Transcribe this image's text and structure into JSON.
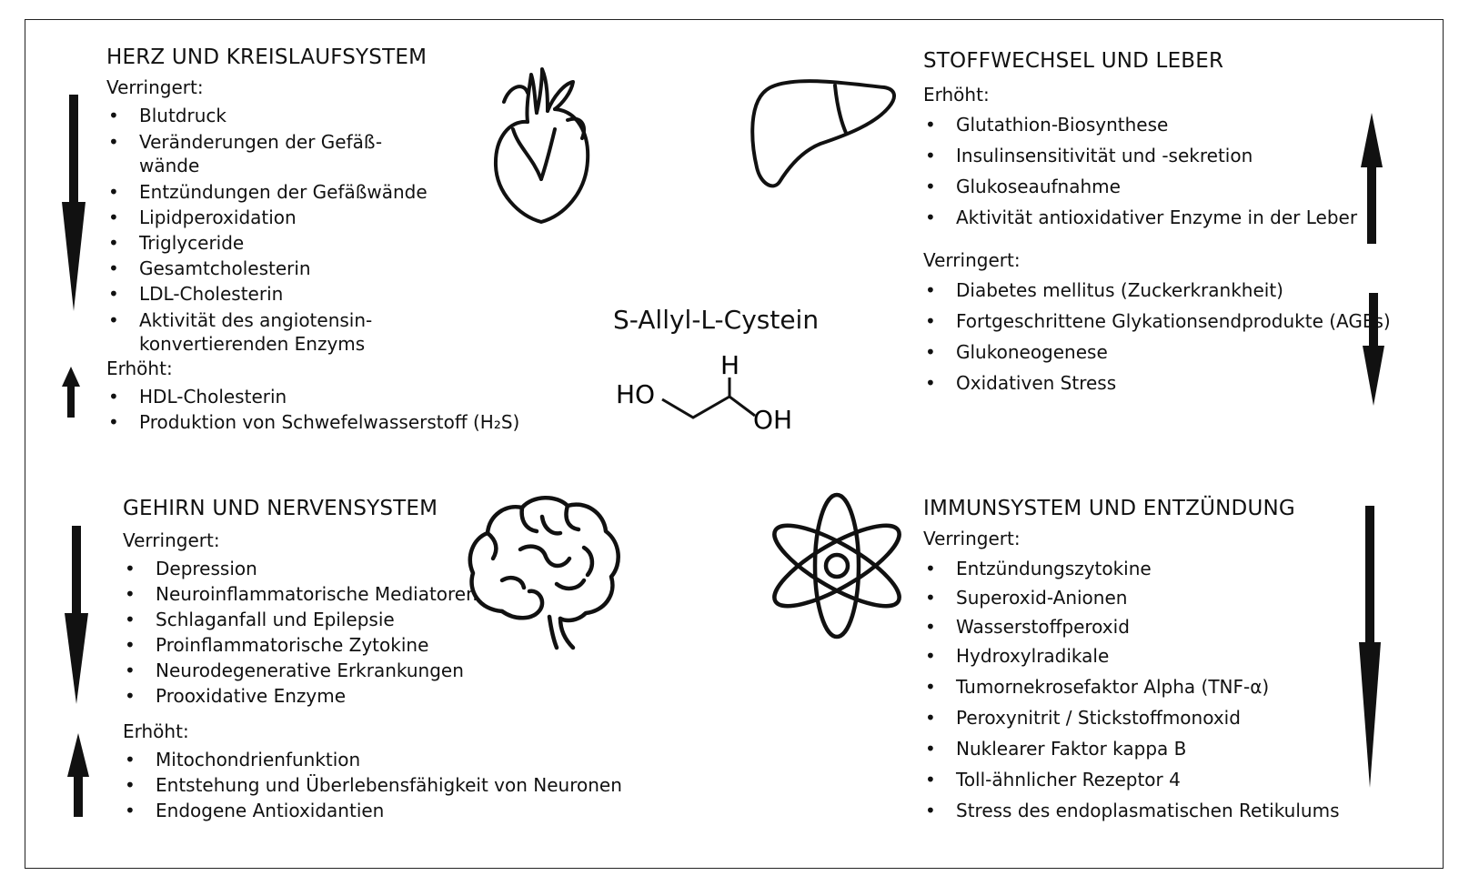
{
  "center": {
    "title": "S-Allyl-L-Cystein",
    "atoms": {
      "left": "HO",
      "top": "H",
      "right": "OH"
    }
  },
  "heart": {
    "title": "HERZ UND KREISLAUFSYSTEM",
    "decreased_label": "Verringert:",
    "decreased": [
      "Blutdruck",
      "Veränderungen der Gefäß-",
      "wände",
      "Entzündungen der Gefäßwände",
      "Lipidperoxidation",
      "Triglyceride",
      "Gesamtcholesterin",
      "LDL-Cholesterin",
      "Aktivität des angiotensin-",
      "konvertierenden Enzyms"
    ],
    "increased_label": "Erhöht:",
    "increased": [
      "HDL-Cholesterin",
      "Produktion von Schwefelwasserstoff (H₂S)"
    ]
  },
  "liver": {
    "title": "STOFFWECHSEL UND LEBER",
    "increased_label": "Erhöht:",
    "increased": [
      "Glutathion-Biosynthese",
      "Insulinsensitivität und -sekretion",
      "Glukoseaufnahme",
      "Aktivität antioxidativer Enzyme in der Leber"
    ],
    "decreased_label": "Verringert:",
    "decreased": [
      "Diabetes mellitus (Zuckerkrankheit)",
      "Fortgeschrittene Glykationsendprodukte (AGEs)",
      "Glukoneogenese",
      "Oxidativen Stress"
    ]
  },
  "brain": {
    "title": "GEHIRN UND NERVENSYSTEM",
    "decreased_label": "Verringert:",
    "decreased": [
      "Depression",
      "Neuroinflammatorische Mediatoren",
      "Schlaganfall und Epilepsie",
      "Proinflammatorische Zytokine",
      "Neurodegenerative Erkrankungen",
      "Prooxidative Enzyme"
    ],
    "increased_label": "Erhöht:",
    "increased": [
      "Mitochondrienfunktion",
      "Entstehung und Überlebensfähigkeit von Neuronen",
      "Endogene Antioxidantien"
    ]
  },
  "immune": {
    "title": "IMMUNSYSTEM UND ENTZÜNDUNG",
    "decreased_label": "Verringert:",
    "decreased": [
      "Entzündungszytokine",
      "Superoxid-Anionen",
      "Wasserstoffperoxid",
      "Hydroxylradikale",
      "Tumornekrosefaktor Alpha (TNF-α)",
      "Peroxynitrit / Stickstoffmonoxid",
      "Nuklearer Faktor kappa B",
      "Toll-ähnlicher Rezeptor 4",
      "Stress des endoplasmatischen Retikulums"
    ]
  }
}
